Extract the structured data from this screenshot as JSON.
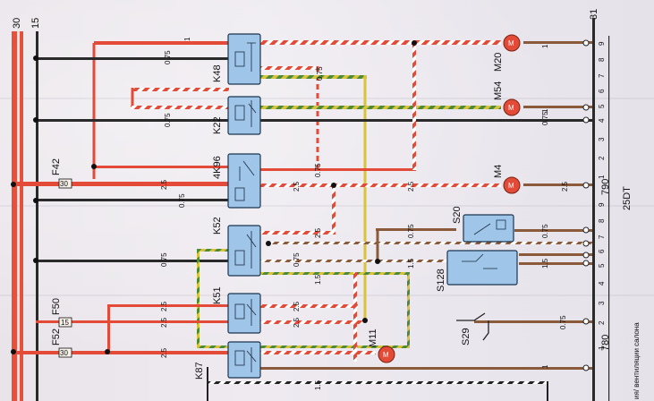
{
  "rails": [
    {
      "label": "30",
      "color": "#e8503a"
    },
    {
      "label": "15",
      "color": "#2a2a2a"
    }
  ],
  "components": {
    "K48": "K48",
    "K22": "K22",
    "K96": "4K96",
    "K52": "K52",
    "K51": "K51",
    "K87": "K87",
    "M20": "M20",
    "M54": "M54",
    "M4": "M4",
    "M11": "M11",
    "S20": "S20",
    "S128": "S128",
    "S29": "S29",
    "F42": "F42",
    "F50": "F50",
    "F52": "F52"
  },
  "fuse_values": {
    "F42": "30",
    "F50": "15",
    "F52": "30"
  },
  "connector": {
    "label": "25DT",
    "code_upper": "790",
    "code_lower": "780",
    "top_number": "31",
    "pins_upper": [
      "9",
      "8",
      "7",
      "6",
      "5",
      "4",
      "3",
      "2",
      "1"
    ],
    "pins_lower": [
      "9",
      "8",
      "7",
      "6",
      "5",
      "4",
      "3",
      "2",
      "1"
    ]
  },
  "wire_gauges": {
    "w1": "1",
    "w2": "0.75",
    "w3": "0.75",
    "w4": "0.75",
    "w5": "2.5",
    "w6": "0.75",
    "w7": "0.75",
    "w8": "2.5",
    "w9": "2.5",
    "w10": "0.75",
    "w11": "2.5",
    "w12": "2.5",
    "w13": "2.5",
    "w14": "2.5",
    "w15": "2.5",
    "w16": "0.75",
    "w17": "0.75",
    "w18": "1.5",
    "w19": "0.75",
    "w20": "0.75",
    "w21": "1.5",
    "w22": "0.75",
    "w23": "1",
    "w24": "1",
    "w25": "2.5",
    "w26": "2.5",
    "w27": "1",
    "w28": "1.5",
    "w29": "1.5"
  },
  "caption": "ия/ вентиляции салона"
}
